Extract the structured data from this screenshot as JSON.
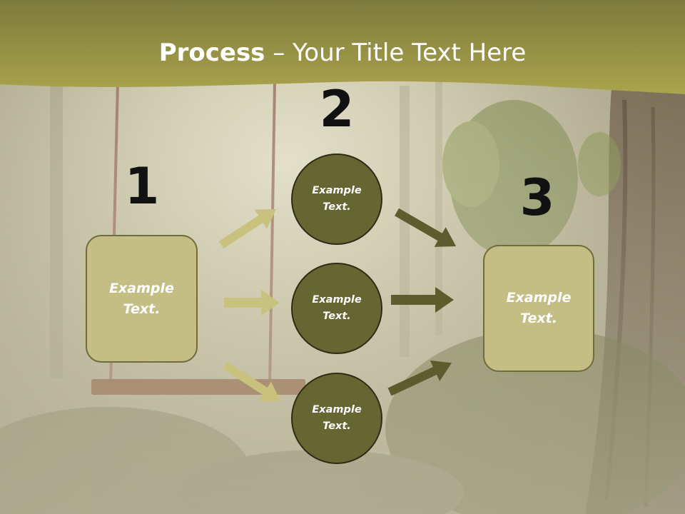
{
  "slide": {
    "title_bold": "Process",
    "title_rest": " – Your Title Text Here",
    "colors": {
      "banner": "#9f9a4a",
      "box_fill": "#c4be84",
      "circle_fill": "#666633",
      "arrow_light": "#c8c27e",
      "arrow_dark": "#5c5c2e"
    }
  },
  "steps": {
    "one": {
      "number": "1",
      "box_text": "Example\nText."
    },
    "two": {
      "number": "2",
      "circles": [
        "Example\nText.",
        "Example\nText.",
        "Example\nText."
      ]
    },
    "three": {
      "number": "3",
      "box_text": "Example\nText."
    }
  }
}
